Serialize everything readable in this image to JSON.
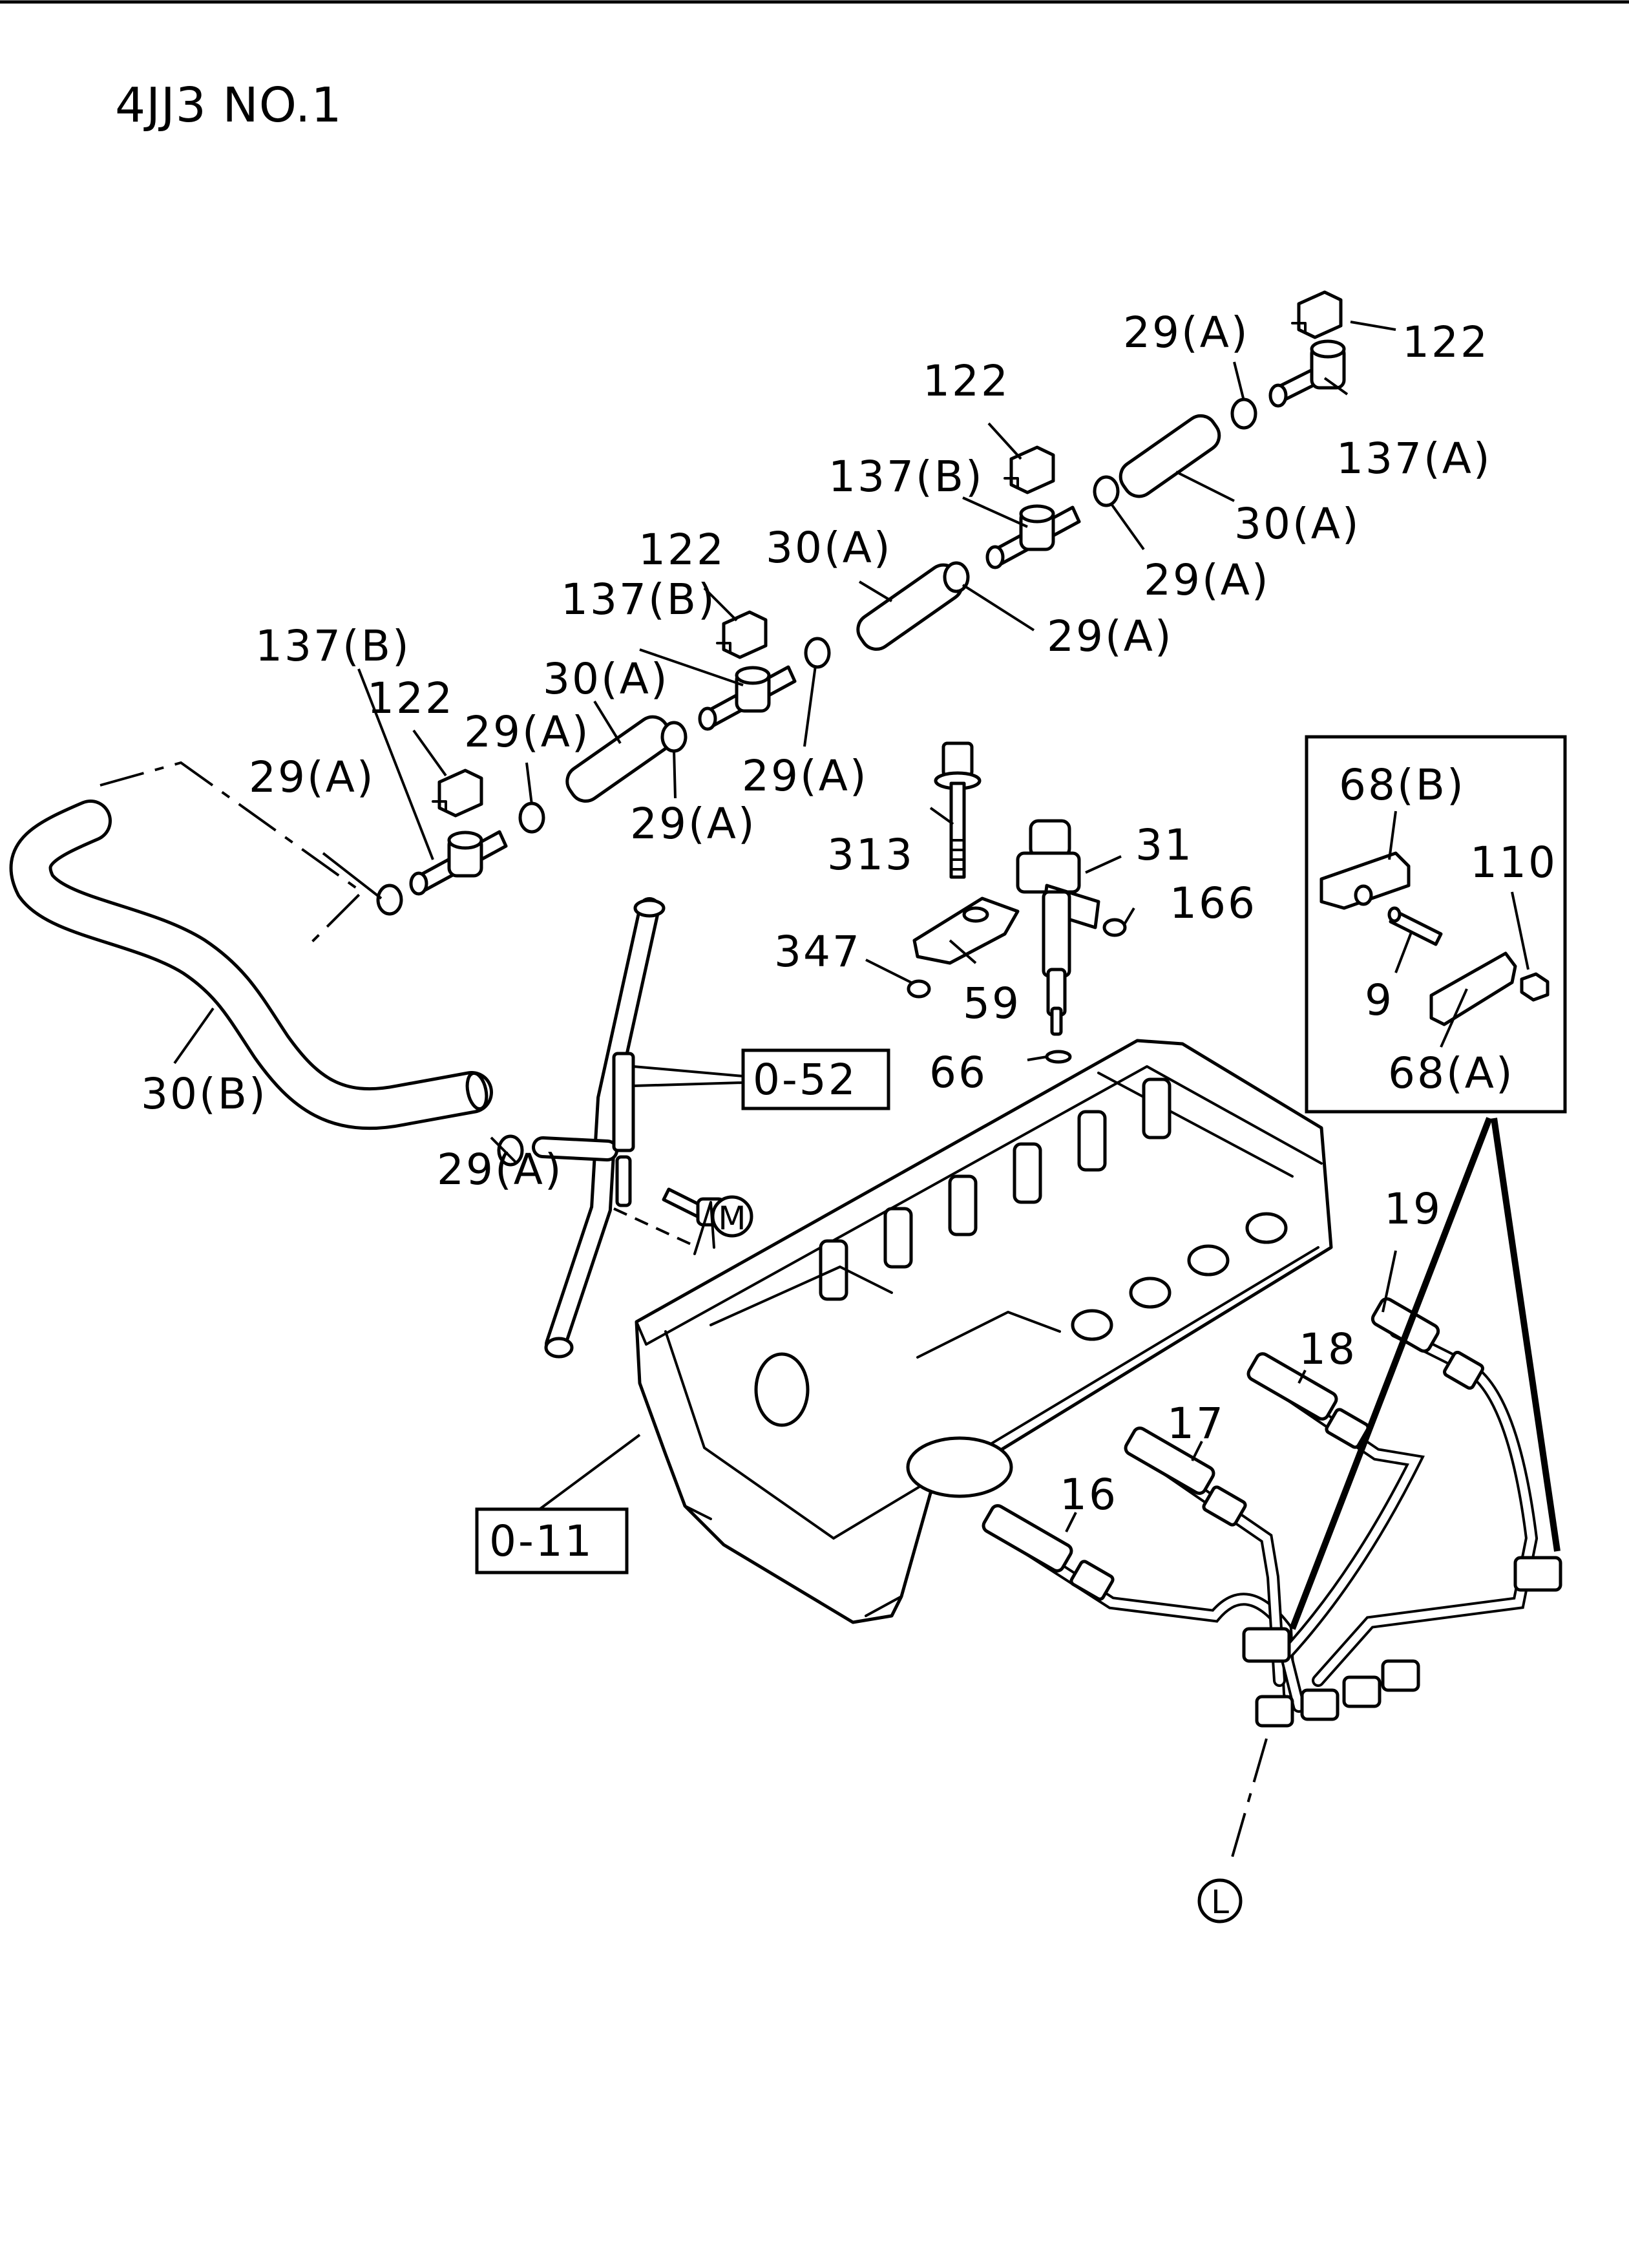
{
  "title": "4JJ3 NO.1",
  "labels": {
    "l122_a": "122",
    "l122_b": "122",
    "l122_c": "122",
    "l122_d": "122",
    "l137a": "137(A)",
    "l137b_a": "137(B)",
    "l137b_b": "137(B)",
    "l137b_c": "137(B)",
    "l29a_1": "29(A)",
    "l29a_2": "29(A)",
    "l29a_3": "29(A)",
    "l29a_4": "29(A)",
    "l29a_5": "29(A)",
    "l29a_6": "29(A)",
    "l29a_7": "29(A)",
    "l29a_8": "29(A)",
    "l30a_1": "30(A)",
    "l30a_2": "30(A)",
    "l30a_3": "30(A)",
    "l30b": "30(B)",
    "l313": "313",
    "l31": "31",
    "l166": "166",
    "l347": "347",
    "l59": "59",
    "l66": "66",
    "l68b": "68(B)",
    "l110": "110",
    "l9": "9",
    "l68a": "68(A)",
    "l19": "19",
    "l18": "18",
    "l17": "17",
    "l16": "16",
    "ref_052": "0-52",
    "ref_011": "0-11",
    "circle_m": "M",
    "circle_l": "L"
  }
}
